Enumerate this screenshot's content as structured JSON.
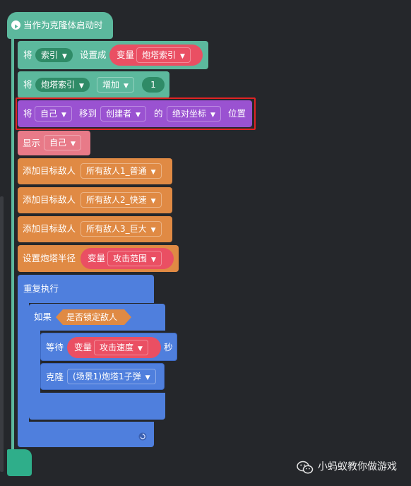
{
  "hat": {
    "label": "当作为克隆体启动时"
  },
  "blocks": {
    "set_index": {
      "prefix": "将",
      "var": "索引",
      "mid": "设置成",
      "var_label": "变量",
      "value": "炮塔索引"
    },
    "inc_index": {
      "prefix": "将",
      "var": "炮塔索引",
      "op": "增加",
      "amount": "1"
    },
    "move_to": {
      "prefix": "将",
      "target": "自己",
      "mid": "移到",
      "dest": "创建者",
      "of": "的",
      "prop": "绝对坐标",
      "suffix": "位置"
    },
    "show": {
      "label": "显示",
      "target": "自己"
    },
    "add_enemy1": {
      "label": "添加目标敌人",
      "value": "所有敌人1_普通"
    },
    "add_enemy2": {
      "label": "添加目标敌人",
      "value": "所有敌人2_快速"
    },
    "add_enemy3": {
      "label": "添加目标敌人",
      "value": "所有敌人3_巨大"
    },
    "set_radius": {
      "label": "设置炮塔半径",
      "var_label": "变量",
      "value": "攻击范围"
    },
    "repeat": {
      "label": "重复执行"
    },
    "if": {
      "label": "如果",
      "condition": "是否锁定敌人"
    },
    "wait": {
      "label": "等待",
      "var_label": "变量",
      "value": "攻击速度",
      "unit": "秒"
    },
    "clone": {
      "label": "克隆",
      "value": "(场景1)炮塔1子弹"
    }
  },
  "dropdown_arrow": "▼",
  "watermark": {
    "text": "小蚂蚁教你做游戏",
    "icon": "wechat-icon"
  },
  "colors": {
    "teal": "#5cb89d",
    "teal_dark": "#2f8b67",
    "purple": "#9a52d1",
    "pink": "#e87a88",
    "orange": "#e08a44",
    "blue": "#4f7fdd",
    "var_red": "#ea4f63",
    "highlight": "#e02323"
  }
}
